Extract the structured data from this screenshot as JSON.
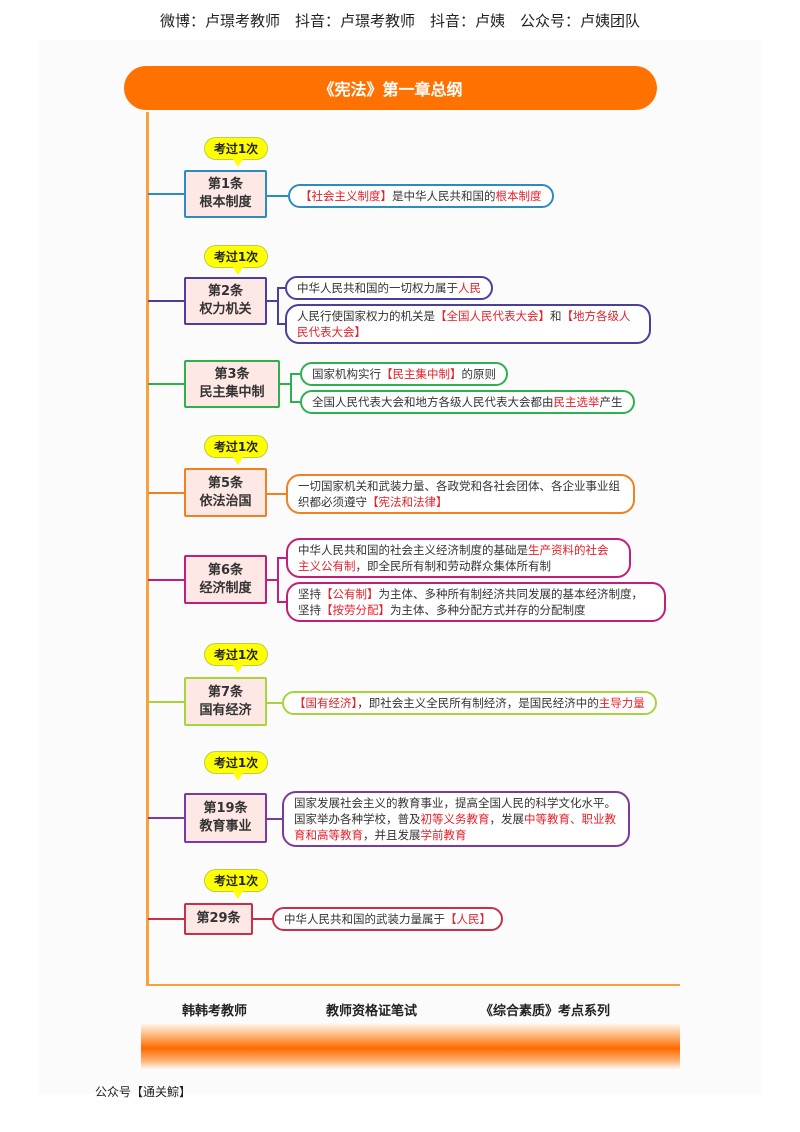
{
  "header": {
    "text": "微博：卢璟考教师　抖音：卢璟考教师　抖音：卢姨　公众号：卢姨团队"
  },
  "title": "《宪法》第一章总纲",
  "colors": {
    "accent": "#ff7100",
    "highlight": "#e8202a",
    "badge": "#ffff00"
  },
  "sections": [
    {
      "badge": "考过1次",
      "node": [
        "第1条",
        "根本制度"
      ],
      "color": "#2e8bc0",
      "leaves": [
        [
          {
            "t": "【社会主义制度】",
            "hl": true
          },
          {
            "t": "是中华人民共和国的"
          },
          {
            "t": "根本制度",
            "hl": true
          }
        ]
      ]
    },
    {
      "badge": "考过1次",
      "node": [
        "第2条",
        "权力机关"
      ],
      "color": "#4b3f9e",
      "leaves": [
        [
          {
            "t": "中华人民共和国的一切权力属于"
          },
          {
            "t": "人民",
            "hl": true
          }
        ],
        [
          {
            "t": "人民行使国家权力的机关是"
          },
          {
            "t": "【全国人民代表大会】",
            "hl": true
          },
          {
            "t": "和"
          },
          {
            "t": "【地方各级人民代表大会】",
            "hl": true
          }
        ]
      ]
    },
    {
      "node": [
        "第3条",
        "民主集中制"
      ],
      "color": "#2eb04f",
      "leaves": [
        [
          {
            "t": "国家机构实行"
          },
          {
            "t": "【民主集中制】",
            "hl": true
          },
          {
            "t": "的原则"
          }
        ],
        [
          {
            "t": "全国人民代表大会和地方各级人民代表大会都由"
          },
          {
            "t": "民主选举",
            "hl": true
          },
          {
            "t": "产生"
          }
        ]
      ]
    },
    {
      "badge": "考过1次",
      "node": [
        "第5条",
        "依法治国"
      ],
      "color": "#f08020",
      "leaves": [
        [
          {
            "t": "一切国家机关和武装力量、各政党和各社会团体、各企业事业组织都必须遵守"
          },
          {
            "t": "【宪法和法律】",
            "hl": true
          }
        ]
      ]
    },
    {
      "node": [
        "第6条",
        "经济制度"
      ],
      "color": "#c0207a",
      "leaves": [
        [
          {
            "t": "中华人民共和国的社会主义经济制度的基础是"
          },
          {
            "t": "生产资料的社会主义公有制",
            "hl": true
          },
          {
            "t": "，即全民所有制和劳动群众集体所有制"
          }
        ],
        [
          {
            "t": "坚持"
          },
          {
            "t": "【公有制】",
            "hl": true
          },
          {
            "t": "为主体、多种所有制经济共同发展的基本经济制度，坚持"
          },
          {
            "t": "【按劳分配】",
            "hl": true
          },
          {
            "t": "为主体、多种分配方式并存的分配制度"
          }
        ]
      ]
    },
    {
      "badge": "考过1次",
      "node": [
        "第7条",
        "国有经济"
      ],
      "color": "#a6d43a",
      "leaves": [
        [
          {
            "t": "【国有经济】",
            "hl": true
          },
          {
            "t": "，即社会主义全民所有制经济，是国民经济中的"
          },
          {
            "t": "主导力量",
            "hl": true
          }
        ]
      ]
    },
    {
      "badge": "考过1次",
      "node": [
        "第19条",
        "教育事业"
      ],
      "color": "#7b3a9e",
      "leaves": [
        [
          {
            "t": "国家发展社会主义的教育事业，提高全国人民的科学文化水平。国家举办各种学校，普及"
          },
          {
            "t": "初等义务教育",
            "hl": true
          },
          {
            "t": "，发展"
          },
          {
            "t": "中等教育、职业教育和高等教育",
            "hl": true
          },
          {
            "t": "，并且发展"
          },
          {
            "t": "学前教育",
            "hl": true
          }
        ]
      ]
    },
    {
      "badge": "考过1次",
      "node": [
        "第29条"
      ],
      "color": "#c8304a",
      "leaves": [
        [
          {
            "t": "中华人民共和国的武装力量属于"
          },
          {
            "t": "【人民】",
            "hl": true
          }
        ]
      ]
    }
  ],
  "footer": {
    "left": "韩韩考教师",
    "center": "教师资格证笔试",
    "right": "《综合素质》考点系列"
  },
  "bottom_note": "公众号【通关鯮】"
}
